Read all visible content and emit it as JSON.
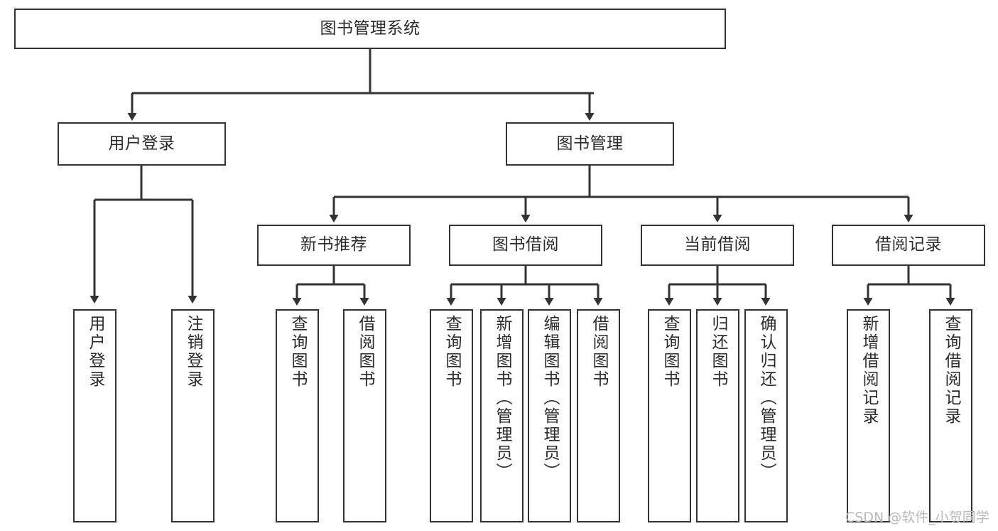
{
  "diagram": {
    "type": "tree-hierarchy-diagram",
    "title": "图书管理系统",
    "watermark": "CSDN @软件_小贺同学",
    "colors": {
      "box_border": "#333333",
      "box_fill": "#ffffff",
      "line": "#333333",
      "text": "#2b2b2b",
      "watermark": "#b9b9b9",
      "background": "#ffffff"
    },
    "nodes": {
      "root": {
        "label": "图书管理系统"
      },
      "level2": [
        {
          "id": "user-login",
          "label": "用户登录"
        },
        {
          "id": "book-manage",
          "label": "图书管理"
        }
      ],
      "level3": [
        {
          "id": "new-book-recommend",
          "label": "新书推荐"
        },
        {
          "id": "book-borrow",
          "label": "图书借阅"
        },
        {
          "id": "current-borrow",
          "label": "当前借阅"
        },
        {
          "id": "borrow-record",
          "label": "借阅记录"
        }
      ],
      "leaves": [
        {
          "id": "leaf-user-login",
          "label": "用户登录",
          "parent": "user-login"
        },
        {
          "id": "leaf-logout",
          "label": "注销登录",
          "parent": "user-login"
        },
        {
          "id": "leaf-query-book-1",
          "label": "查询图书",
          "parent": "new-book-recommend"
        },
        {
          "id": "leaf-borrow-book-1",
          "label": "借阅图书",
          "parent": "new-book-recommend"
        },
        {
          "id": "leaf-query-book-2",
          "label": "查询图书",
          "parent": "book-borrow"
        },
        {
          "id": "leaf-add-book",
          "label": "新增图书（管理员）",
          "parent": "book-borrow"
        },
        {
          "id": "leaf-edit-book",
          "label": "编辑图书（管理员）",
          "parent": "book-borrow"
        },
        {
          "id": "leaf-borrow-book-2",
          "label": "借阅图书",
          "parent": "book-borrow"
        },
        {
          "id": "leaf-query-book-3",
          "label": "查询图书",
          "parent": "current-borrow"
        },
        {
          "id": "leaf-return-book",
          "label": "归还图书",
          "parent": "current-borrow"
        },
        {
          "id": "leaf-confirm-return",
          "label": "确认归还（管理员）",
          "parent": "current-borrow"
        },
        {
          "id": "leaf-add-record",
          "label": "新增借阅记录",
          "parent": "borrow-record"
        },
        {
          "id": "leaf-query-record",
          "label": "查询借阅记录",
          "parent": "borrow-record"
        }
      ]
    }
  }
}
